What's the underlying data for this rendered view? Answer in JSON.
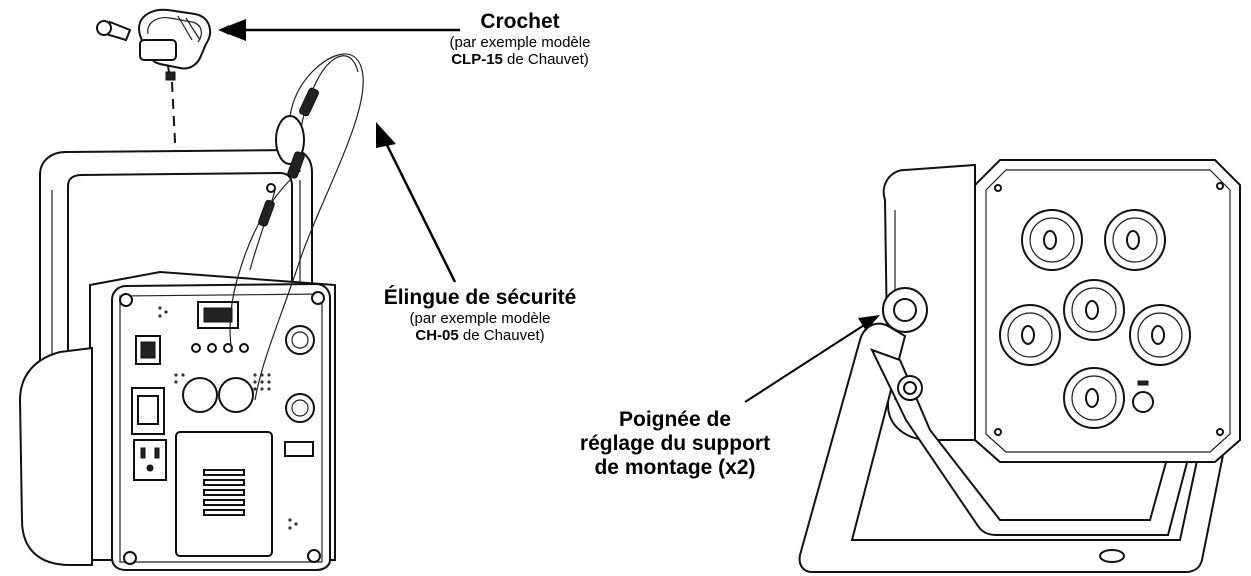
{
  "labels": {
    "hook": {
      "title": "Crochet",
      "line1": "(par exemple modèle",
      "model": "CLP-15",
      "line2_rest": " de Chauvet)"
    },
    "safety_cable": {
      "title": "Élingue de sécurité",
      "line1": "(par exemple modèle",
      "model": "CH-05",
      "line2_rest": " de Chauvet)"
    },
    "knob": {
      "line1": "Poignée de",
      "line2": "réglage du support",
      "line3": "de montage (x2)"
    }
  },
  "colors": {
    "ink": "#111111",
    "background": "#ffffff"
  }
}
